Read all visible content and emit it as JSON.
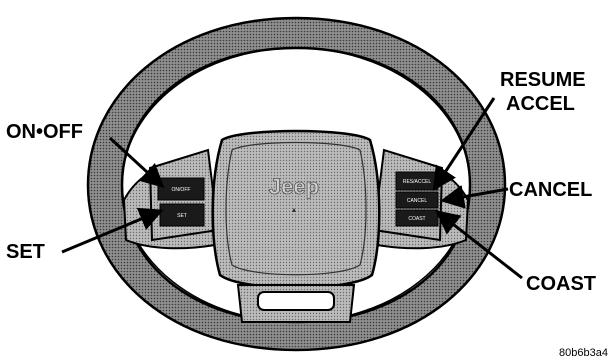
{
  "callouts": {
    "on_off": "ON•OFF",
    "set": "SET",
    "resume": "RESUME",
    "accel": "ACCEL",
    "cancel": "CANCEL",
    "coast": "COAST"
  },
  "switch_labels": {
    "left_top": "ON/OFF",
    "left_bottom": "SET",
    "right_top": "RES/ACCEL",
    "right_mid": "CANCEL",
    "right_bottom": "COAST"
  },
  "logo": "Jeep",
  "figure_id": "80b6b3a4",
  "colors": {
    "rim": "#9a9a9a",
    "pad": "#b4b4b4",
    "switch": "#1a1a1a",
    "ink": "#000000"
  }
}
